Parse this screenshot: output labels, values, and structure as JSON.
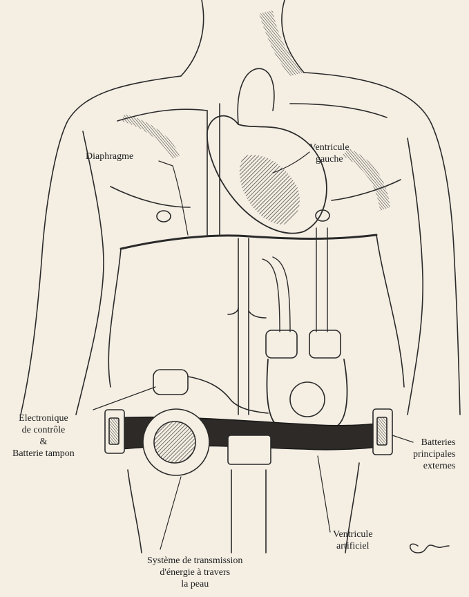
{
  "labels": {
    "diaphragme": "Diaphragme",
    "ventricule_gauche": [
      "Ventricule",
      "gauche"
    ],
    "electronique": [
      "Electronique",
      "de contrôle",
      "&",
      "Batterie tampon"
    ],
    "batteries": [
      "Batteries",
      "principales",
      "externes"
    ],
    "ventricule_artificiel": [
      "Ventricule",
      "artificiel"
    ],
    "systeme": [
      "Système de transmission",
      "d'énergie à travers",
      "la peau"
    ]
  },
  "colors": {
    "paper": "#f4eee3",
    "ink": "#2a2a2a",
    "hatch": "#3b3b3b"
  }
}
